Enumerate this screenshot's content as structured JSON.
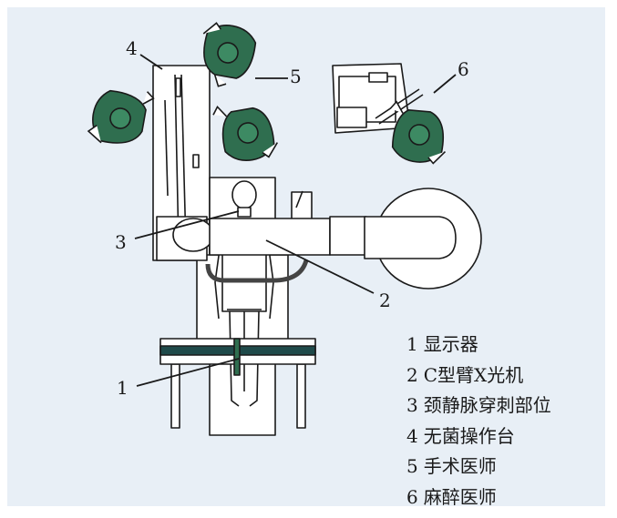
{
  "callouts": [
    "1",
    "2",
    "3",
    "4",
    "5",
    "6"
  ],
  "legend": [
    {
      "num": "1",
      "label": "显示器"
    },
    {
      "num": "2",
      "label": "C型臂X光机"
    },
    {
      "num": "3",
      "label": "颈静脉穿刺部位"
    },
    {
      "num": "4",
      "label": "无菌操作台"
    },
    {
      "num": "5",
      "label": "手术医师"
    },
    {
      "num": "6",
      "label": "麻醉医师"
    }
  ],
  "colors": {
    "background": "#e8eff6",
    "staff": "#2f6e4f",
    "line": "#1a1a1a",
    "equipment": "#ffffff"
  }
}
